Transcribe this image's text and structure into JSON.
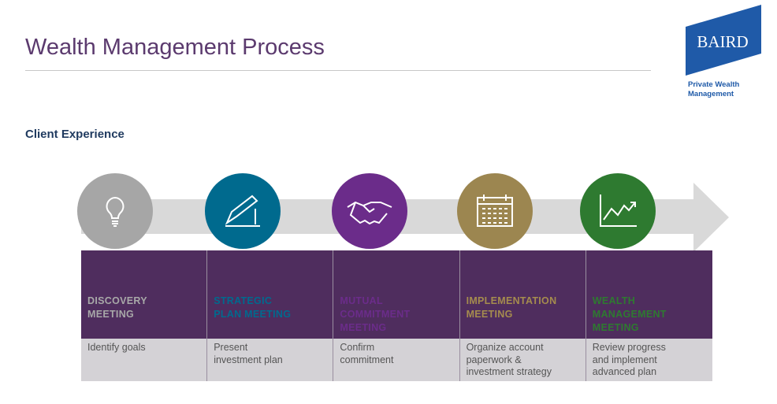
{
  "header": {
    "title": "Wealth Management Process",
    "logo_text": "BAIRD",
    "logo_sub_1": "Private Wealth",
    "logo_sub_2": "Management"
  },
  "section_title": "Client Experience",
  "steps": [
    {
      "title_1": "DISCOVERY",
      "title_2": "MEETING",
      "title_3": "",
      "desc_1": "Identify goals",
      "desc_2": "",
      "desc_3": "",
      "icon": "lightbulb-icon",
      "color": "#a6a6a6",
      "title_color": "#a8a8a8"
    },
    {
      "title_1": "STRATEGIC",
      "title_2": "PLAN MEETING",
      "title_3": "",
      "desc_1": "Present",
      "desc_2": "investment plan",
      "desc_3": "",
      "icon": "pen-signing-icon",
      "color": "#006a8e",
      "title_color": "#006a8e"
    },
    {
      "title_1": "MUTUAL",
      "title_2": "COMMITMENT",
      "title_3": "MEETING",
      "desc_1": "Confirm",
      "desc_2": "commitment",
      "desc_3": "",
      "icon": "handshake-icon",
      "color": "#6b2c8a",
      "title_color": "#6b2c8a"
    },
    {
      "title_1": "IMPLEMENTATION",
      "title_2": "MEETING",
      "title_3": "",
      "desc_1": "Organize account",
      "desc_2": "paperwork &",
      "desc_3": "investment strategy",
      "icon": "calendar-icon",
      "color": "#9c8650",
      "title_color": "#a58c4e"
    },
    {
      "title_1": "WEALTH",
      "title_2": "MANAGEMENT",
      "title_3": "MEETING",
      "desc_1": "Review progress",
      "desc_2": "and implement",
      "desc_3": "advanced plan",
      "icon": "growth-chart-icon",
      "color": "#2e7a30",
      "title_color": "#2e7a30"
    }
  ]
}
